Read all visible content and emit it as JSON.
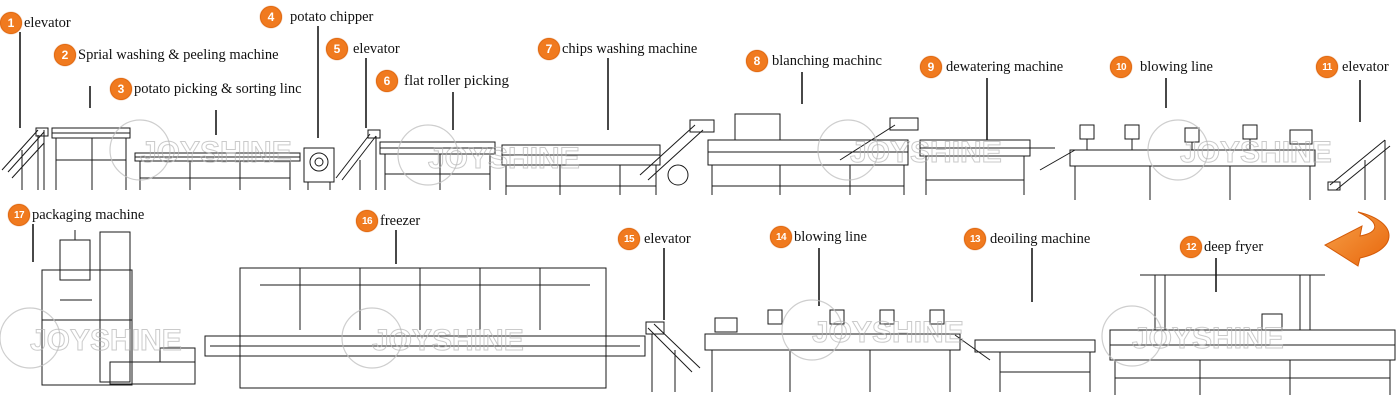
{
  "watermark": "JOYSHINE",
  "accent_color": "#f07a1f",
  "steps": [
    {
      "num": "1",
      "label": "elevator"
    },
    {
      "num": "2",
      "label": "Sprial washing & peeling machine"
    },
    {
      "num": "3",
      "label": "potato picking & sorting linc"
    },
    {
      "num": "4",
      "label": "potato chipper"
    },
    {
      "num": "5",
      "label": "elevator"
    },
    {
      "num": "6",
      "label": "flat roller picking"
    },
    {
      "num": "7",
      "label": "chips washing machine"
    },
    {
      "num": "8",
      "label": "blanching machinc"
    },
    {
      "num": "9",
      "label": "dewatering machine"
    },
    {
      "num": "10",
      "label": "blowing line"
    },
    {
      "num": "11",
      "label": "elevator"
    },
    {
      "num": "12",
      "label": "deep fryer"
    },
    {
      "num": "13",
      "label": "deoiling machine"
    },
    {
      "num": "14",
      "label": "blowing line"
    },
    {
      "num": "15",
      "label": "elevator"
    },
    {
      "num": "16",
      "label": "freezer"
    },
    {
      "num": "17",
      "label": "packaging machine"
    }
  ],
  "flow_arrow_icon": "curved-arrow-icon"
}
